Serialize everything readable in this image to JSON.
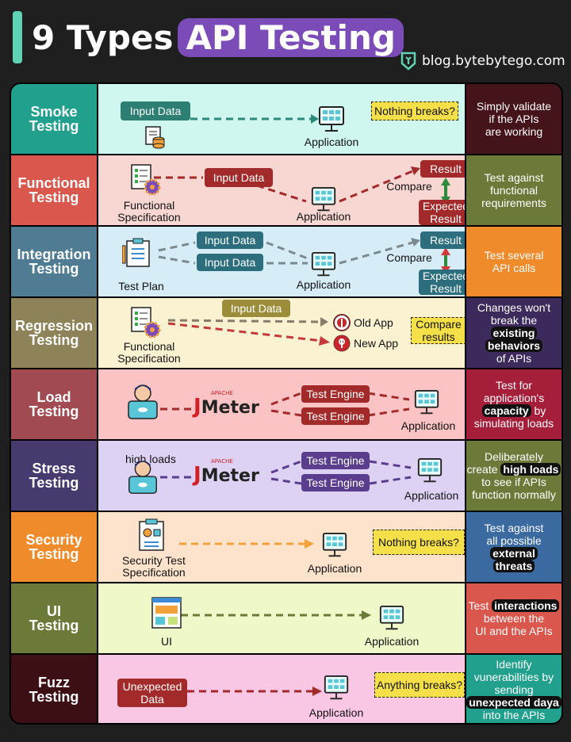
{
  "header": {
    "title_plain": "9 Types",
    "title_highlight": "API Testing",
    "brand": "blog.bytebytego.com"
  },
  "colors": {
    "background": "#1f1f1f",
    "title_accent": "#7b4bb8",
    "teal_bar": "#5fd3b3",
    "note_yellow": "#f6e04a",
    "dark_red_pill": "#a32a2a",
    "teal_pill": "#2d6e7e",
    "purple_pill": "#5a3d8c",
    "olive_pill": "#9c8d3a"
  },
  "rows": [
    {
      "title_line1": "Smoke",
      "title_line2": "Testing",
      "desc_lines": [
        "Simply validate",
        "if the APIs",
        "are working"
      ],
      "input": "Input Data",
      "app": "Application",
      "note": "Nothing breaks?"
    },
    {
      "title_line1": "Functional",
      "title_line2": "Testing",
      "desc_lines": [
        "Test against",
        "functional",
        "requirements"
      ],
      "spec": "Functional\nSpecification",
      "input": "Input Data",
      "app": "Application",
      "compare": "Compare",
      "result": "Result",
      "expected": "Expected\nResult"
    },
    {
      "title_line1": "Integration",
      "title_line2": "Testing",
      "desc_lines": [
        "Test several",
        "API calls"
      ],
      "plan": "Test Plan",
      "input1": "Input Data",
      "input2": "Input Data",
      "app": "Application",
      "compare": "Compare",
      "result": "Result",
      "expected": "Expected\nResult"
    },
    {
      "title_line1": "Regression",
      "title_line2": "Testing",
      "desc_pre": "Changes won't",
      "desc_mid1": "break the",
      "desc_kw1": "existing",
      "desc_kw2": "behaviors",
      "desc_post": "of APIs",
      "spec": "Functional\nSpecification",
      "input": "Input Data",
      "old_app": "Old App",
      "new_app": "New App",
      "note": "Compare\nresults"
    },
    {
      "title_line1": "Load",
      "title_line2": "Testing",
      "desc_pre": "Test for",
      "desc_mid1": "application's",
      "desc_kw1": "capacity",
      "desc_kw1_after": " by",
      "desc_post": "simulating loads",
      "jmeter": "Meter",
      "jmeter_j": "J",
      "apache": "APACHE",
      "engine1": "Test Engine",
      "engine2": "Test Engine",
      "app": "Application"
    },
    {
      "title_line1": "Stress",
      "title_line2": "Testing",
      "desc_pre": "Deliberately",
      "desc_kw1_before": "create ",
      "desc_kw1": "high loads",
      "desc_mid1": "to see if APIs",
      "desc_post": "function normally",
      "loads": "high loads",
      "jmeter": "Meter",
      "jmeter_j": "J",
      "apache": "APACHE",
      "engine1": "Test Engine",
      "engine2": "Test Engine",
      "app": "Application"
    },
    {
      "title_line1": "Security",
      "title_line2": "Testing",
      "desc_pre": "Test against",
      "desc_mid1": "all possible",
      "desc_kw1": "external",
      "desc_kw2": "threats",
      "spec": "Security Test\nSpecification",
      "app": "Application",
      "note": "Nothing breaks?"
    },
    {
      "title_line1": "UI",
      "title_line2": "Testing",
      "desc_kw1_before": "Test ",
      "desc_kw1": "interactions",
      "desc_mid1": "between the",
      "desc_post": "UI and the APIs",
      "ui": "UI",
      "app": "Application"
    },
    {
      "title_line1": "Fuzz",
      "title_line2": "Testing",
      "desc_pre": "Identify",
      "desc_mid1": "vunerabilities by",
      "desc_mid2": "sending",
      "desc_kw1": "unexpected daya",
      "desc_post": "into the APIs",
      "input": "Unexpected\nData",
      "app": "Application",
      "note": "Anything breaks?"
    }
  ]
}
